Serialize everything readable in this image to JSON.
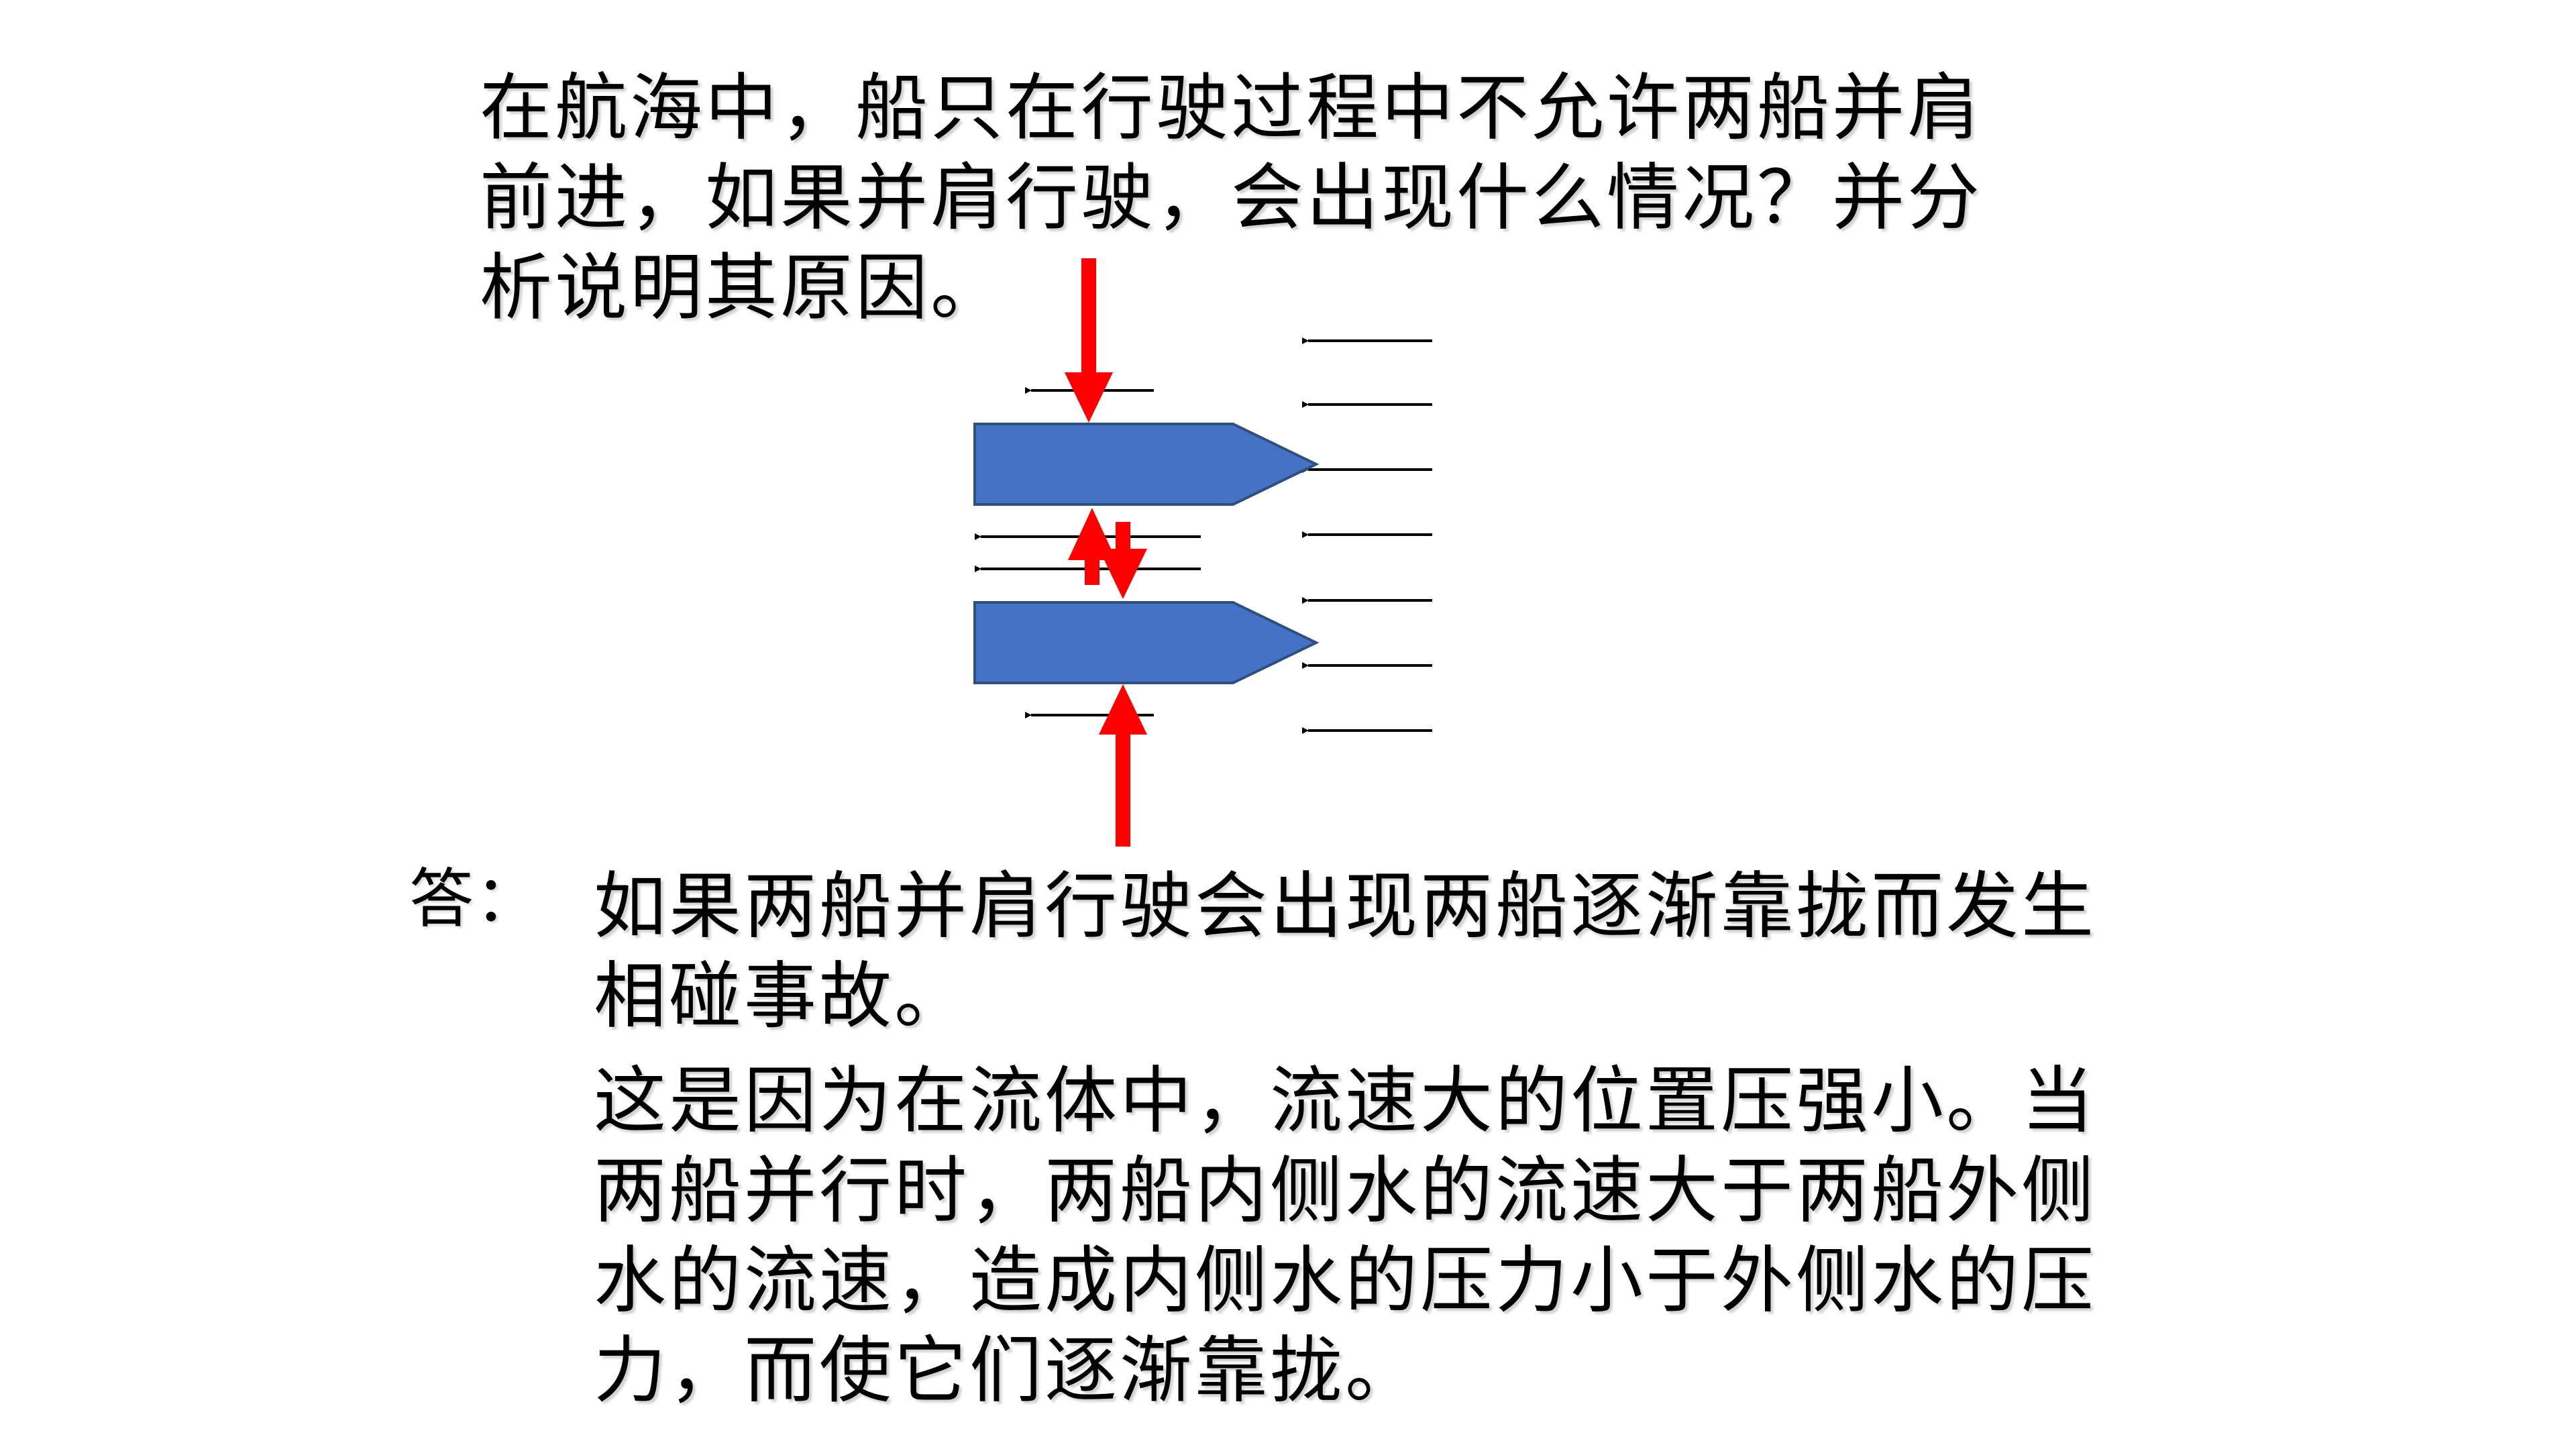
{
  "question": {
    "lines": [
      "在航海中，船只在行驶过程中不允许两船并肩",
      "前进，如果并肩行驶，会出现什么情况？并分",
      "析说明其原因。"
    ]
  },
  "answer": {
    "label": "答：",
    "paragraph_1": [
      "如果两船并肩行驶会出现两船逐渐靠拢而发生",
      "相碰事故。"
    ],
    "paragraph_2": [
      "这是因为在流体中，流速大的位置压强小。当",
      "两船并行时，两船内侧水的流速大于两船外侧",
      "水的流速，造成内侧水的压力小于外侧水的压",
      "力，而使它们逐渐靠拢。"
    ]
  },
  "diagram": {
    "colors": {
      "ship_fill": "#4472C4",
      "ship_stroke": "#2F4F7F",
      "pressure_arrow": "#FF0000",
      "water_arrow": "#000000"
    },
    "icons": {
      "ship": "ship-shape",
      "flow": "left-arrow",
      "pressure": "thick-red-arrow"
    }
  }
}
